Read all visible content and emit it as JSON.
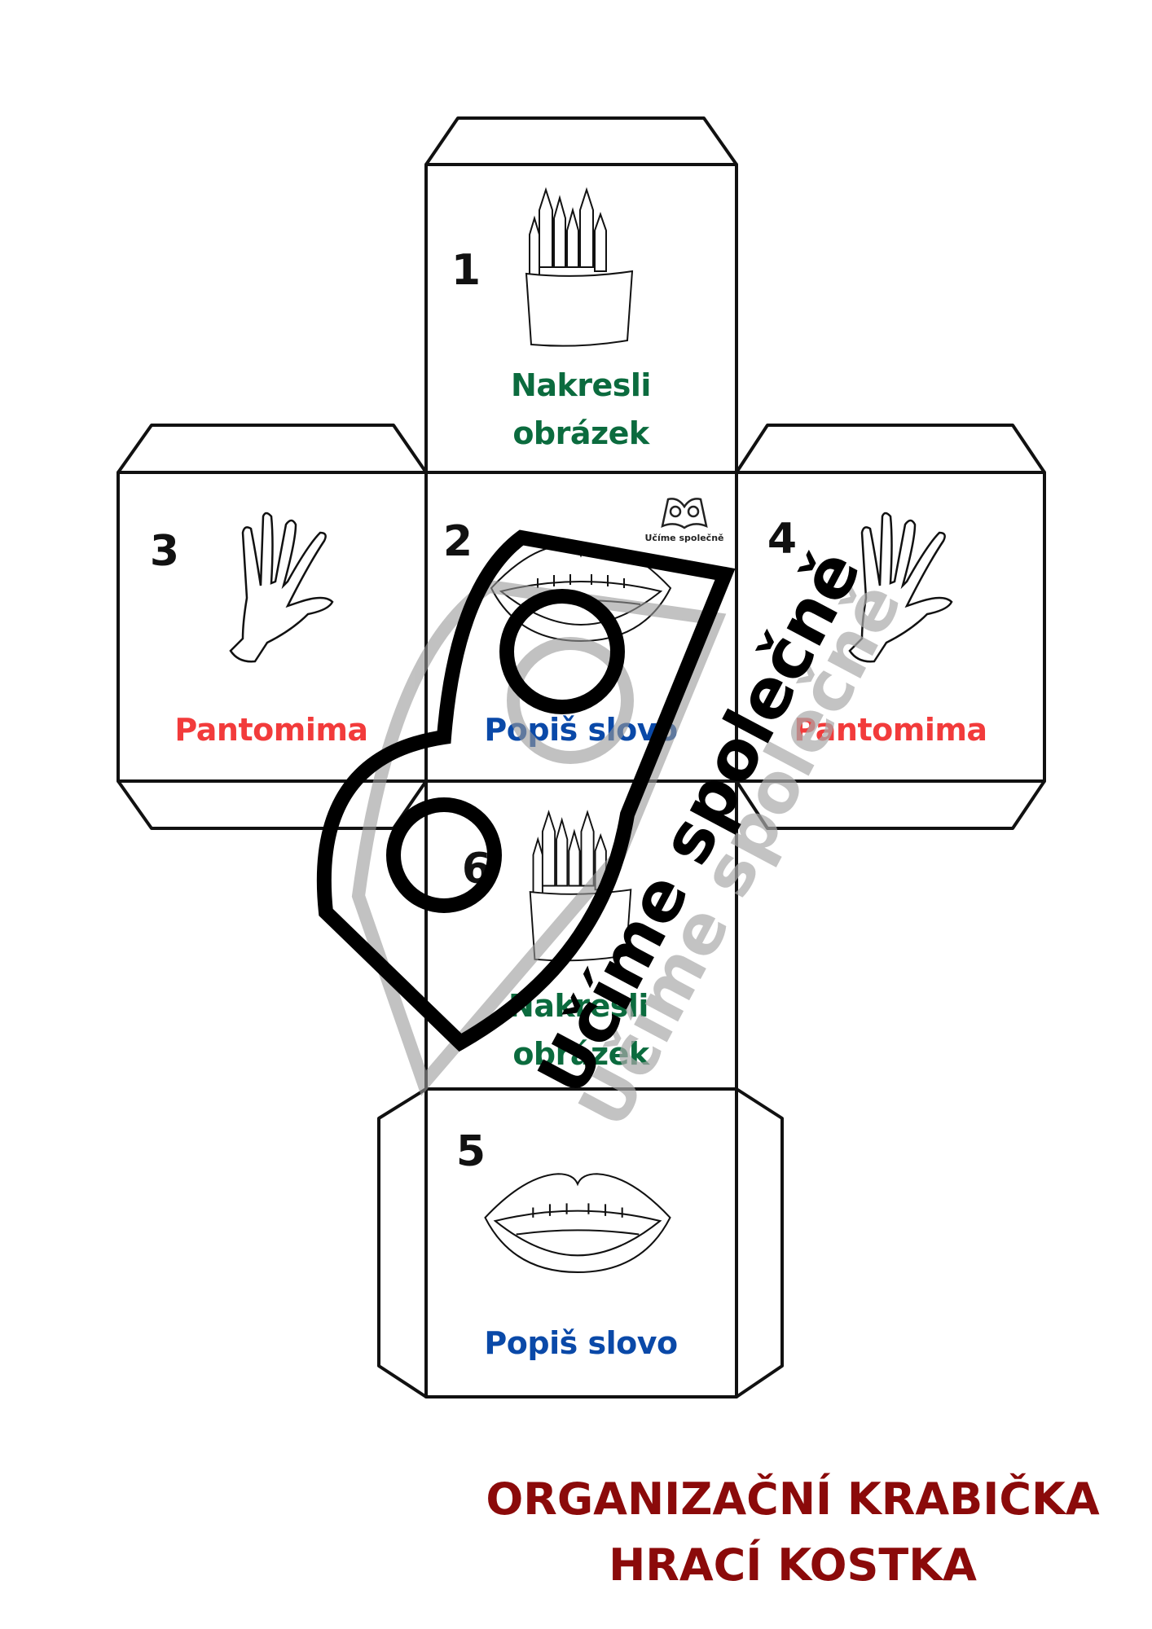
{
  "faces": [
    {
      "number": "1",
      "label": "Nakresli",
      "label2": "obrázek",
      "icon": "pencil-cup-icon",
      "color": "#0b6b3e"
    },
    {
      "number": "2",
      "label": "Popiš slovo",
      "icon": "lips-icon",
      "color": "#0a49a8"
    },
    {
      "number": "3",
      "label": "Pantomima",
      "icon": "hand-icon",
      "color": "#f23b3b"
    },
    {
      "number": "4",
      "label": "Pantomima",
      "icon": "hand-icon",
      "color": "#f23b3b"
    },
    {
      "number": "5",
      "label": "Popiš slovo",
      "icon": "lips-icon",
      "color": "#0a49a8"
    },
    {
      "number": "6",
      "label": "Nakresli",
      "label2": "obrázek",
      "icon": "pencil-cup-icon",
      "color": "#0b6b3e"
    }
  ],
  "logo": {
    "text": "Učíme společně"
  },
  "watermark": {
    "text": "Učíme společně"
  },
  "title": {
    "line1": "ORGANIZAČNÍ KRABIČKA",
    "line2": "HRACÍ KOSTKA",
    "color": "#8b0a0a"
  }
}
